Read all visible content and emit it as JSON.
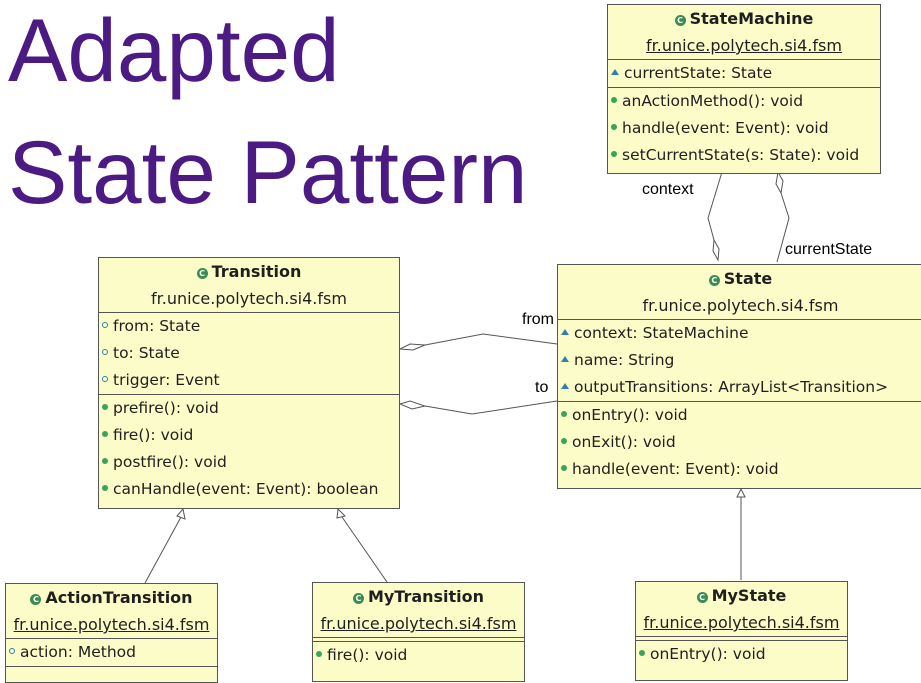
{
  "title": {
    "line1": "Adapted",
    "line2": "State Pattern"
  },
  "classes": {
    "state_machine": {
      "name": "StateMachine",
      "package": "fr.unice.polytech.si4.fsm",
      "attributes": [
        "currentState: State"
      ],
      "methods": [
        "anActionMethod(): void",
        "handle(event: Event): void",
        "setCurrentState(s: State): void"
      ]
    },
    "transition": {
      "name": "Transition",
      "package": "fr.unice.polytech.si4.fsm",
      "attributes": [
        "from: State",
        "to: State",
        "trigger: Event"
      ],
      "methods": [
        "prefire(): void",
        "fire(): void",
        "postfire(): void",
        "canHandle(event: Event): boolean"
      ]
    },
    "state": {
      "name": "State",
      "package": "fr.unice.polytech.si4.fsm",
      "attributes": [
        "context: StateMachine",
        "name: String",
        "outputTransitions: ArrayList<Transition>"
      ],
      "methods": [
        "onEntry(): void",
        "onExit(): void",
        "handle(event: Event): void"
      ]
    },
    "action_transition": {
      "name": "ActionTransition",
      "package": "fr.unice.polytech.si4.fsm",
      "attributes": [
        "action: Method"
      ]
    },
    "my_transition": {
      "name": "MyTransition",
      "package": "fr.unice.polytech.si4.fsm",
      "methods": [
        "fire(): void"
      ]
    },
    "my_state": {
      "name": "MyState",
      "package": "fr.unice.polytech.si4.fsm",
      "methods": [
        "onEntry(): void"
      ]
    }
  },
  "association_labels": {
    "context": "context",
    "current_state": "currentState",
    "from": "from",
    "to": "to"
  }
}
